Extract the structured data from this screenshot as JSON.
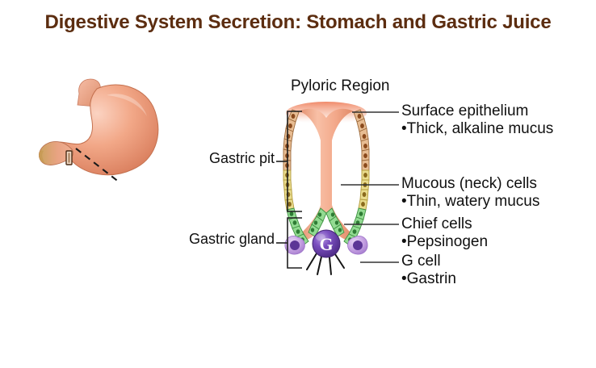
{
  "title": "Digestive System Secretion: Stomach and Gastric Juice",
  "colors": {
    "title_brown": "#5c2d10",
    "text_black": "#101010",
    "stomach_pink": "#ef9a7e",
    "lumen_salmon": "#f0a184",
    "surface_cell_tan": "#e3b68c",
    "nucleus_brown": "#8a4b1e",
    "neck_cell_yellow": "#e8d98a",
    "chief_cell_green": "#8fd98f",
    "chief_nucleus_green": "#3f9a46",
    "g_cell_purple": "#6a3fa8",
    "parietal_purple": "#c9a6e0",
    "leader_line": "#333333"
  },
  "figures": {
    "stomach": {
      "name": "stomach-illustration",
      "has_dashed_section_line": true,
      "has_region_marker_box": true
    },
    "gastric_gland": {
      "name": "gastric-pit-and-gland-diagram",
      "cell_layers": [
        "surface epithelium",
        "mucous (neck) cells",
        "chief cells",
        "G cell"
      ]
    }
  },
  "region_label": "Pyloric Region",
  "left_labels": [
    {
      "text": "Gastric pit"
    },
    {
      "text": "Gastric gland"
    }
  ],
  "callouts": [
    {
      "head": "Surface epithelium",
      "sub": "•Thick, alkaline mucus"
    },
    {
      "head": "Mucous (neck) cells",
      "sub": "•Thin, watery mucus"
    },
    {
      "head": "Chief cells",
      "sub": "•Pepsinogen"
    },
    {
      "head": "G cell",
      "sub": "•Gastrin"
    }
  ],
  "g_cell_glyph": "G"
}
